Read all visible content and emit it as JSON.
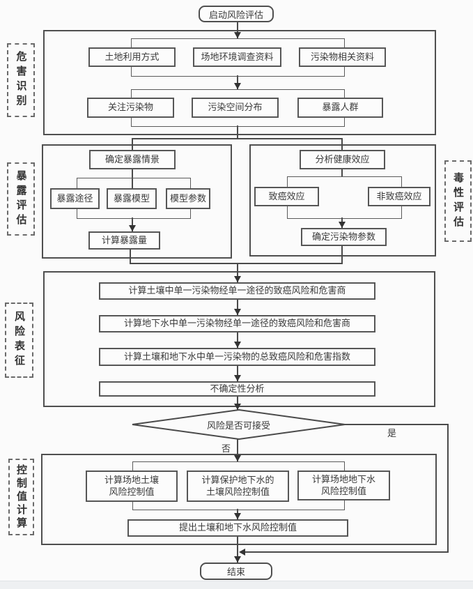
{
  "terminals": {
    "start": "启动风险评估",
    "end": "结束"
  },
  "stages": {
    "hazard": {
      "label": "危害识别",
      "inputs": [
        "土地利用方式",
        "场地环境调查资料",
        "污染物相关资料"
      ],
      "outputs": [
        "关注污染物",
        "污染空间分布",
        "暴露人群"
      ]
    },
    "exposure": {
      "label": "暴露评估",
      "scenario": "确定暴露情景",
      "elements": [
        "暴露途径",
        "暴露模型",
        "模型参数"
      ],
      "result": "计算暴露量"
    },
    "toxicity": {
      "label": "毒性评估",
      "analysis": "分析健康效应",
      "effects": [
        "致癌效应",
        "非致癌效应"
      ],
      "result": "确定污染物参数"
    },
    "risk": {
      "label": "风险表征",
      "steps": [
        "计算土壤中单一污染物经单一途径的致癌风险和危害商",
        "计算地下水中单一污染物经单一途径的致癌风险和危害商",
        "计算土壤和地下水中单一污染物的总致癌风险和危害指数",
        "不确定性分析"
      ]
    },
    "control": {
      "label": "控制值计算",
      "calcs": [
        "计算场地土壤\n风险控制值",
        "计算保护地下水的\n土壤风险控制值",
        "计算场地地下水\n风险控制值"
      ],
      "result": "提出土壤和地下水风险控制值"
    }
  },
  "decision": {
    "question": "风险是否可接受",
    "yes_label": "是",
    "no_label": "否"
  },
  "colors": {
    "line": "#4a4a4a",
    "box_border": "#565656",
    "section_border": "#4f4f4f",
    "text": "#3a3a3a",
    "canvas": "#fbfbfb",
    "footer_band": "#eef0f2"
  }
}
